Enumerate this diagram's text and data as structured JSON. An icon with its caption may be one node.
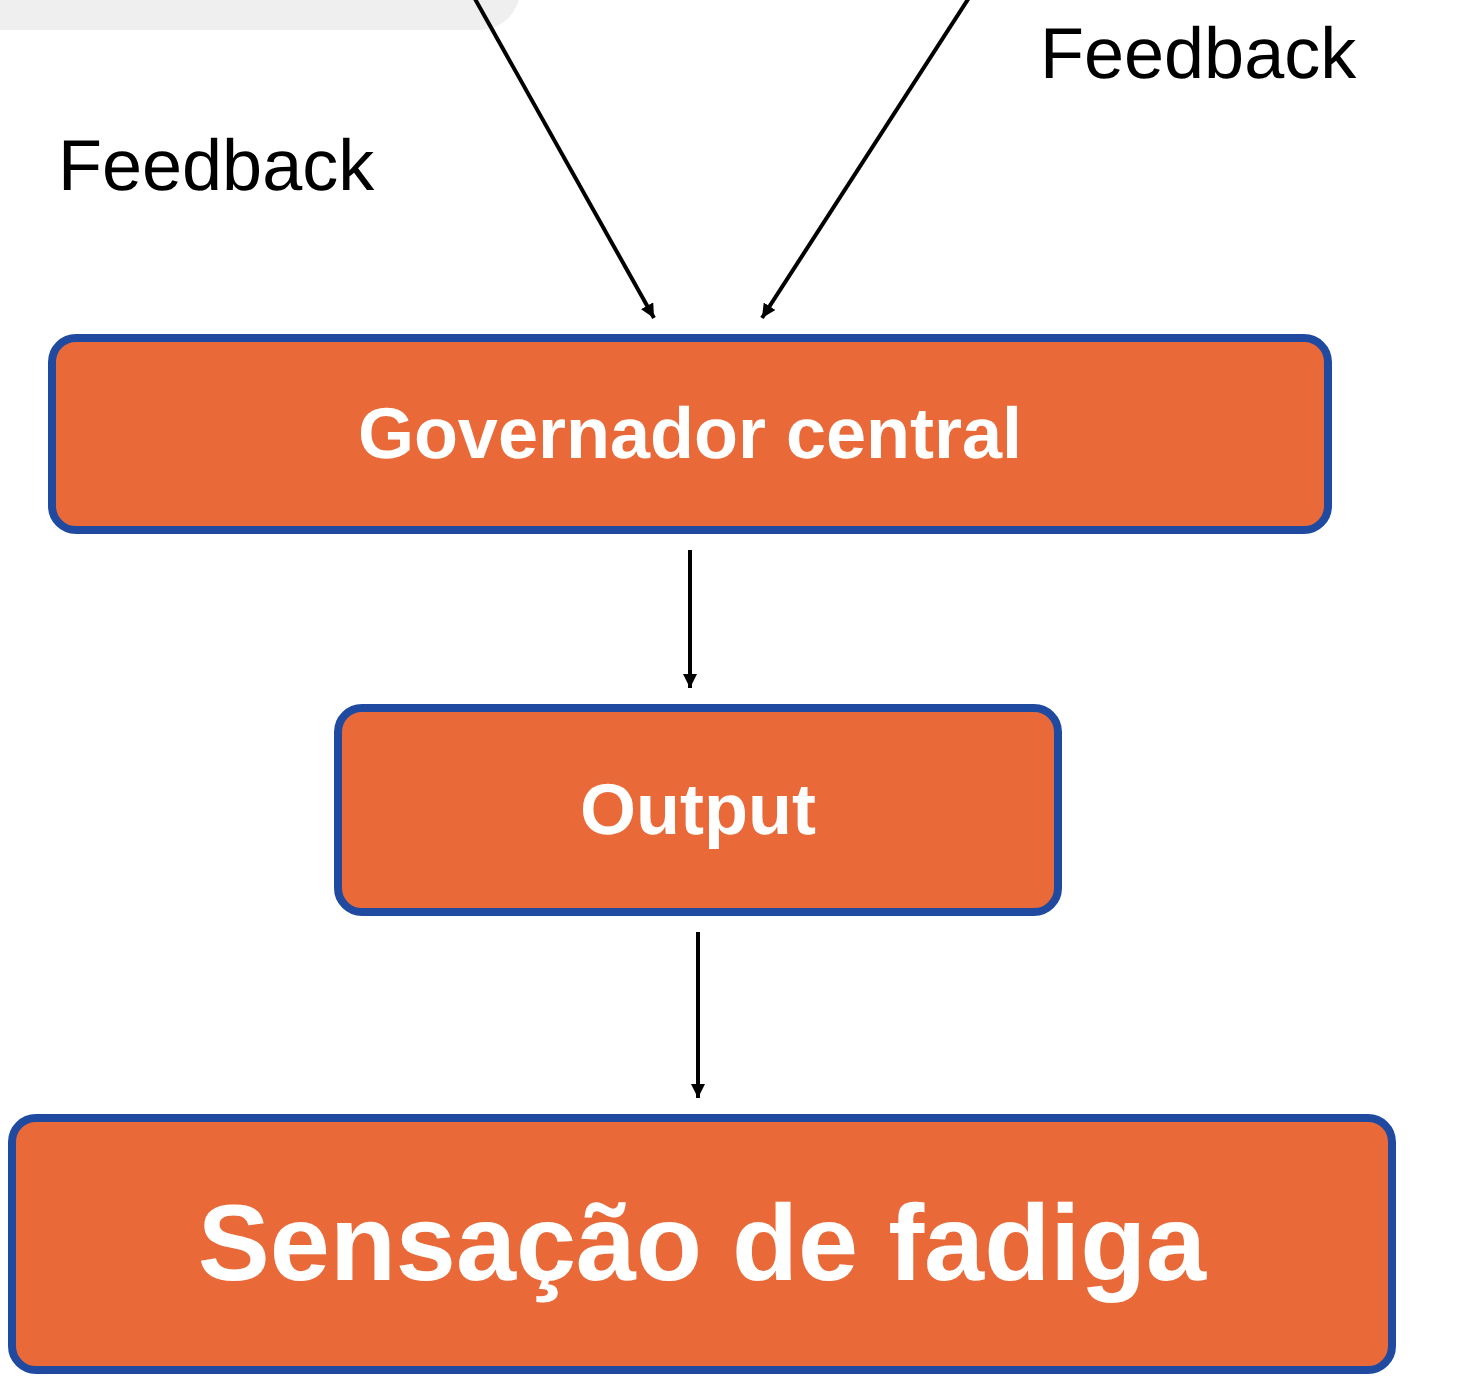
{
  "diagram": {
    "nodes": [
      {
        "text": [
          "Governador central"
        ]
      },
      {
        "text": [
          "Output"
        ]
      },
      {
        "text": [
          "Sensação de fadiga"
        ]
      }
    ],
    "edges": [
      {
        "from": null,
        "to": 0,
        "arrow": "to",
        "label": "Feedback"
      },
      {
        "from": null,
        "to": 0,
        "arrow": "to",
        "label": "Feedback"
      },
      {
        "from": 0,
        "to": 1,
        "arrow": "to"
      },
      {
        "from": 1,
        "to": 2,
        "arrow": "to"
      }
    ]
  }
}
